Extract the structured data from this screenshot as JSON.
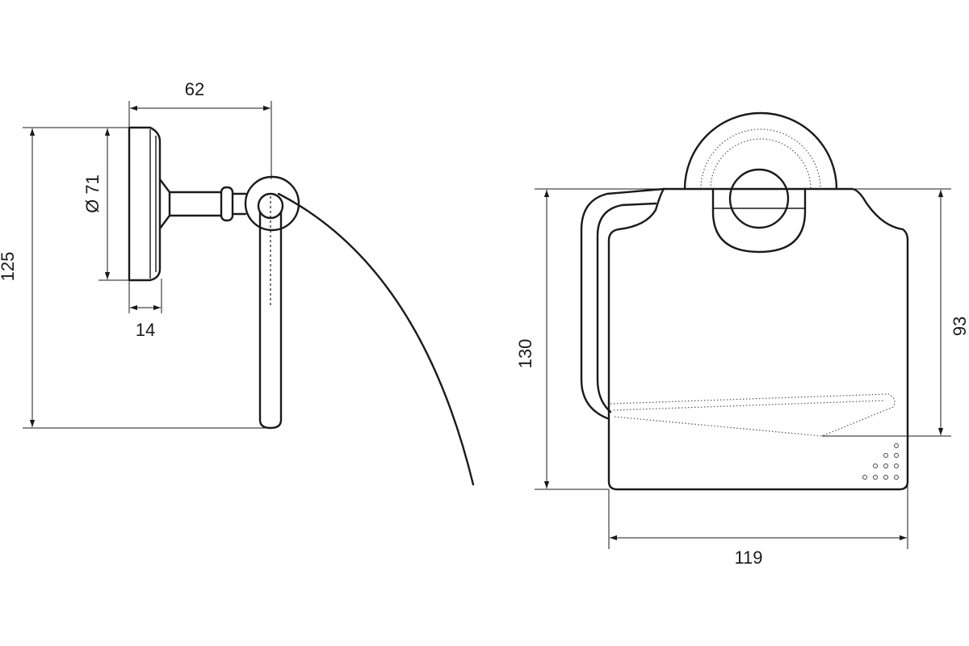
{
  "dimensions": {
    "side_width": "62",
    "side_height": "125",
    "diameter": "Ø 71",
    "base_depth": "14",
    "front_height": "130",
    "front_inner_height": "93",
    "front_width": "119"
  }
}
